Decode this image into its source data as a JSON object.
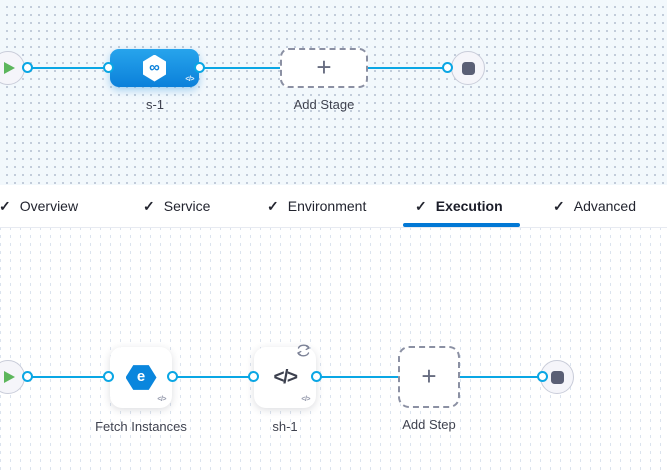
{
  "stage_builder": {
    "stage": {
      "label": "s-1"
    },
    "add_stage": {
      "label": "Add Stage"
    }
  },
  "tabs": {
    "items": [
      {
        "label": "Overview",
        "checked": true,
        "active": false
      },
      {
        "label": "Service",
        "checked": true,
        "active": false
      },
      {
        "label": "Environment",
        "checked": true,
        "active": false
      },
      {
        "label": "Execution",
        "checked": true,
        "active": true
      },
      {
        "label": "Advanced",
        "checked": true,
        "active": false
      }
    ],
    "active_tab": "Execution"
  },
  "execution_builder": {
    "steps": [
      {
        "label": "Fetch Instances",
        "icon": "elastigroup-icon"
      },
      {
        "label": "sh-1",
        "icon": "shell-script-icon",
        "looping": true
      }
    ],
    "add_step": {
      "label": "Add Step"
    }
  },
  "glyphs": {
    "check": "✓",
    "plus": "+",
    "infinity": "∞",
    "elastigroup_e": "e",
    "code": "</>"
  },
  "colors": {
    "connector_line": "#0aa6e4",
    "stage_node_blue": "#0b80da",
    "active_tab_underline": "#0278d5",
    "play_green": "#5cb65c",
    "stop_gray": "#5a5f75",
    "canvas_top_bg": "#f2f8fc"
  }
}
